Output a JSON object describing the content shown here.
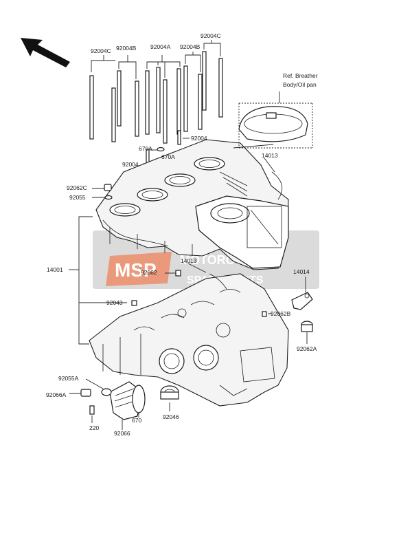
{
  "callouts": {
    "c92004C_top": "92004C",
    "c92004C_left": "92004C",
    "c92004B_left": "92004B",
    "c92004A": "92004A",
    "c92004B_right": "92004B",
    "ref_breather_1": "Ref. Breather",
    "ref_breather_2": "Body/Oil pan",
    "c92004_right": "92004",
    "c670A_left": "670A",
    "c670A_right": "670A",
    "c92004_left": "92004",
    "c14013_top": "14013",
    "c92062C": "92062C",
    "c92055": "92055",
    "c14001": "14001",
    "c14013_mid": "14013",
    "c92062": "92062",
    "c14014": "14014",
    "c92043": "92043",
    "c92062B": "92062B",
    "c92062A": "92062A",
    "c92055A": "92055A",
    "c92066A": "92066A",
    "c670": "670",
    "c92046": "92046",
    "c220": "220",
    "c92066": "92066"
  },
  "watermark": {
    "logo": "MSP",
    "line1": "MOTORCYCLE",
    "line2": "SPARE PARTS",
    "bg_color": "#c8c8c8",
    "logo_color": "#e86a3a"
  },
  "icons": {
    "direction": "front-direction-arrow-icon"
  }
}
